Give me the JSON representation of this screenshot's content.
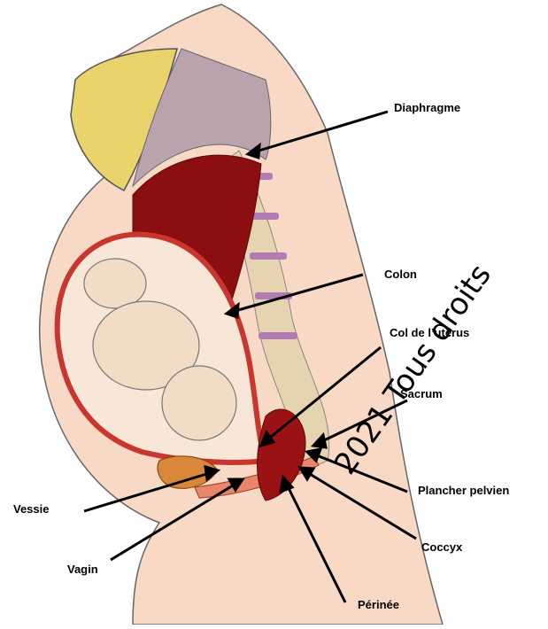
{
  "labels": {
    "diaphragme": "Diaphragme",
    "colon": "Colon",
    "col_uterus": "Col de l’utérus",
    "sacrum": "Sacrum",
    "plancher": "Plancher pelvien",
    "coccyx": "Coccyx",
    "perinee": "Périnée",
    "vessie": "Vessie",
    "vagin": "Vagin"
  },
  "watermark": "2021 Tous droits",
  "colors": {
    "skin": "#f7d9c6",
    "fetus": "#f8e6d6",
    "uterus_wall": "#c8362e",
    "placenta": "#8b0f10",
    "spine": "#e6d3b0",
    "disc": "#b37bb6",
    "diaphragm_area": "#b9a4ae",
    "breast": "#e9d36a"
  }
}
